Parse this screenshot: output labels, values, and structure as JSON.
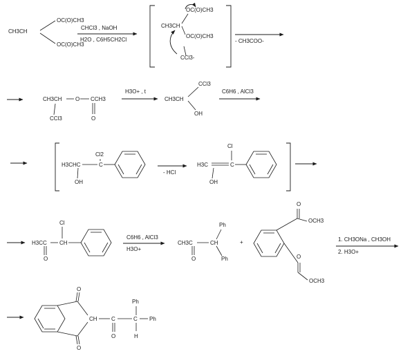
{
  "step1": {
    "reactant_top": "OC(O)CH3",
    "reactant_left": "CH3CH",
    "reactant_bottom": "OC(O)CH3",
    "reagent_above": "CHCl3 , NaOH",
    "reagent_below": "H2O , C6H5CH2Cl"
  },
  "intermediate1": {
    "top": "OC(O)CH3",
    "left": "CH3CH",
    "right": "OC(O)CH3",
    "bottom": "CCl3-",
    "loss": "- CH3COO-"
  },
  "row2": {
    "ester_left": "CH3CH",
    "ester_o": "O",
    "ester_right": "CCH3",
    "ester_carbonyl_o": "O",
    "ester_ccl3": "CCl3",
    "reagent1": "H3O+ , t",
    "alcohol_left": "CH3CH",
    "alcohol_ccl3": "CCl3",
    "alcohol_oh": "OH",
    "reagent2": "C6H6 , AlCl3"
  },
  "row3": {
    "int2_left": "H3CHC",
    "int2_cl2": "Cl2",
    "int2_c": "C",
    "int2_oh": "OH",
    "loss": "- HCl",
    "enol_left": "H3C",
    "enol_c": "C",
    "enol_cl": "Cl",
    "enol_oh": "OH"
  },
  "row4": {
    "ketone_left": "H3CC",
    "ketone_ch": "CH",
    "ketone_cl": "Cl",
    "ketone_o": "O",
    "reagent_above": "C6H6 , AlCl3",
    "reagent_below": "H3O+",
    "diphenyl_left": "CH3C",
    "diphenyl_ch": "CH",
    "diphenyl_o": "O",
    "ph_top": "Ph",
    "ph_bottom": "Ph",
    "plus": "+",
    "ester_o_top": "O",
    "ester_och3_top": "OCH3",
    "ester_o_bottom": "O",
    "ester_och3_bottom": "OCH3",
    "cond1": "1. CH3ONa , CH3OH",
    "cond2": "2. H3O+"
  },
  "row5": {
    "o_top": "O",
    "o_bottom": "O",
    "ch": "CH",
    "c": "C",
    "o_carbonyl": "O",
    "cc": "C",
    "h": "H",
    "ph_top": "Ph",
    "ph_right": "Ph"
  }
}
